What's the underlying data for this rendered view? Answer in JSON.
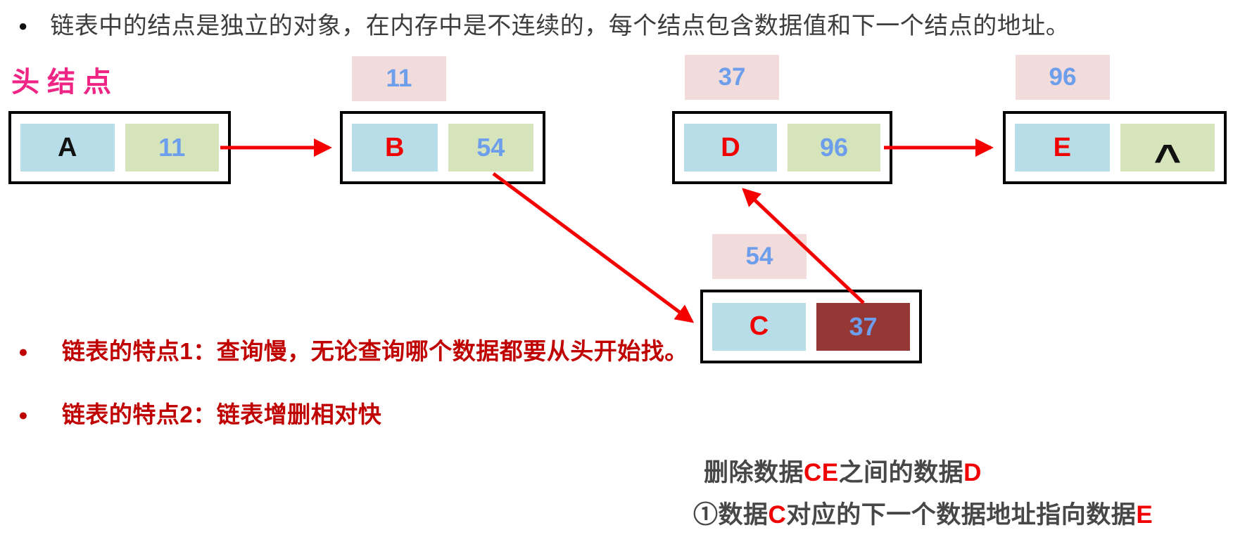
{
  "glyphs": {
    "bullet": "●"
  },
  "colors": {
    "node_border": "#000000",
    "data_cell_bg": "#b7dee8",
    "pointer_cell_bg": "#d6e4bc",
    "highlight_cell_bg": "#953735",
    "address_label_bg": "#f2dcdb",
    "number_text": "#6d9eeb",
    "node_letter_red": "#f10000",
    "arrow_red": "#f40000",
    "head_label_pink": "#ee2585",
    "feature_red": "#c00000",
    "note_gray": "#474747",
    "note_red": "#f10000"
  },
  "intro": {
    "text": "链表中的结点是独立的对象，在内存中是不连续的，每个结点包含数据值和下一个结点的地址。"
  },
  "head_label": "头结点",
  "nodes": [
    {
      "name": "A",
      "data": "A",
      "next": "11"
    },
    {
      "name": "B",
      "data": "B",
      "next": "54",
      "address": "11"
    },
    {
      "name": "D",
      "data": "D",
      "next": "96",
      "address": "37"
    },
    {
      "name": "E",
      "data": "E",
      "next": "^",
      "address": "96"
    },
    {
      "name": "C",
      "data": "C",
      "next": "37",
      "address": "54",
      "next_highlighted": true
    }
  ],
  "arrows": [
    {
      "from": "A.next=11",
      "to": "B"
    },
    {
      "from": "B.next=54",
      "to": "C"
    },
    {
      "from": "C.next=37",
      "to": "D"
    },
    {
      "from": "D.next=96",
      "to": "E"
    }
  ],
  "features": [
    {
      "text": "链表的特点1：查询慢，无论查询哪个数据都要从头开始找。"
    },
    {
      "text": "链表的特点2：链表增删相对快"
    }
  ],
  "note": {
    "line1": [
      {
        "text": "删除数据",
        "red": false
      },
      {
        "text": "CE",
        "red": true
      },
      {
        "text": "之间的数据",
        "red": false
      },
      {
        "text": "D",
        "red": true
      }
    ],
    "line2": [
      {
        "text": "①数据",
        "red": false
      },
      {
        "text": "C",
        "red": true
      },
      {
        "text": "对应的下一个数据地址指向数据",
        "red": false
      },
      {
        "text": "E",
        "red": true
      }
    ]
  }
}
